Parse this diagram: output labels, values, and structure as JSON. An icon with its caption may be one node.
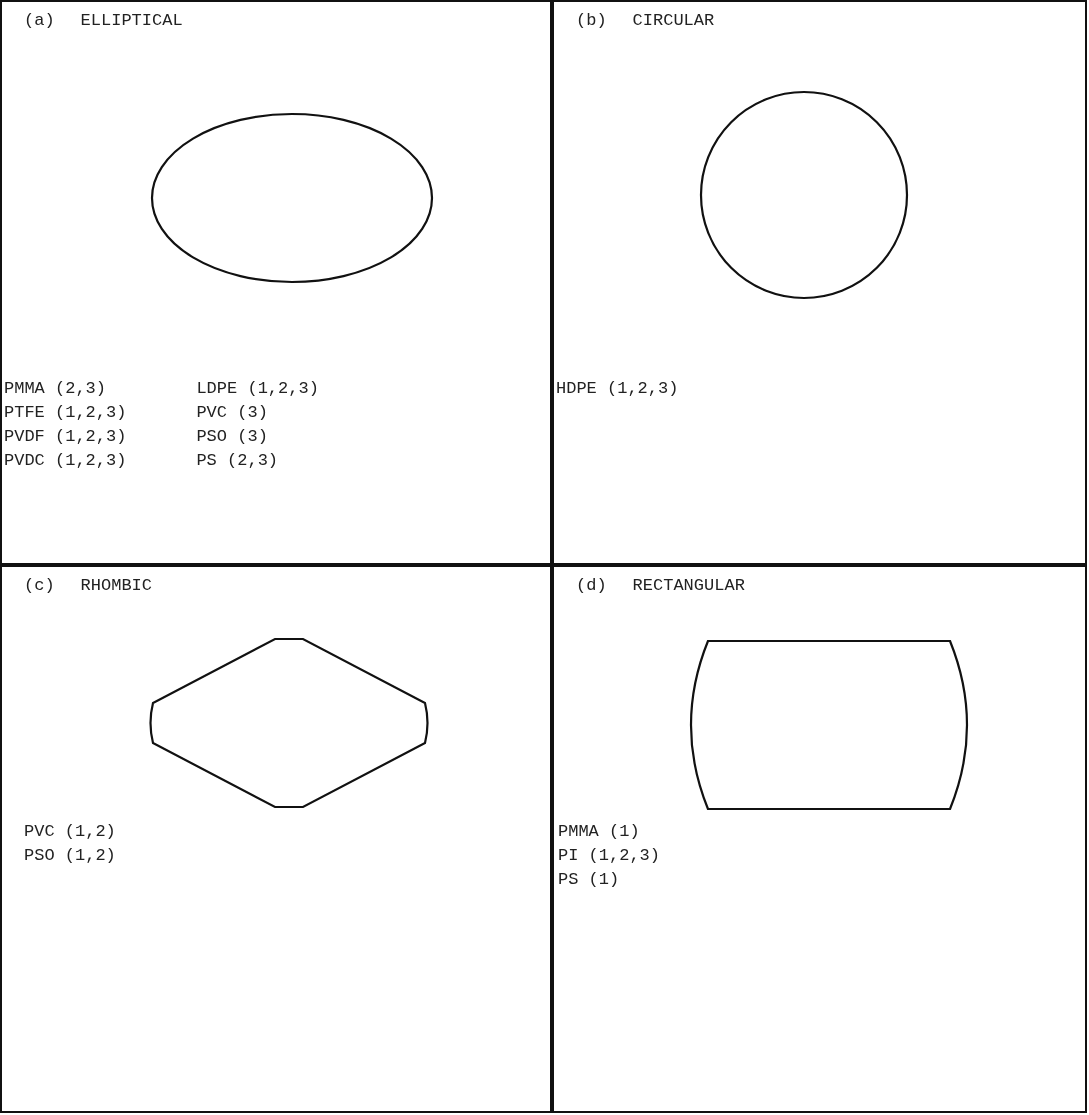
{
  "diagram": {
    "nodes": [
      {
        "text": [
          "(a)",
          "ELLIPTICAL",
          "PMMA (2,3)",
          "PTFE (1,2,3)",
          "PVDF (1,2,3)",
          "PVDC (1,2,3)",
          "LDPE (1,2,3)",
          "PVC (3)",
          "PSO (3)",
          "PS (2,3)"
        ]
      },
      {
        "text": [],
        "shape": "ellipse",
        "in": 0
      },
      {
        "text": [
          "(b)",
          "CIRCULAR",
          "HDPE (1,2,3)"
        ]
      },
      {
        "text": [],
        "shape": "circle",
        "in": 2
      },
      {
        "text": [
          "(c)",
          "RHOMBIC",
          "PVC (1,2)",
          "PSO (1,2)"
        ]
      },
      {
        "text": [],
        "shape": "diamond",
        "in": 4
      },
      {
        "text": [
          "(d)",
          "RECTANGULAR",
          "PMMA (1)",
          "PI (1,2,3)",
          "PS (1)"
        ]
      },
      {
        "text": [],
        "shape": "box",
        "in": 6
      }
    ]
  }
}
